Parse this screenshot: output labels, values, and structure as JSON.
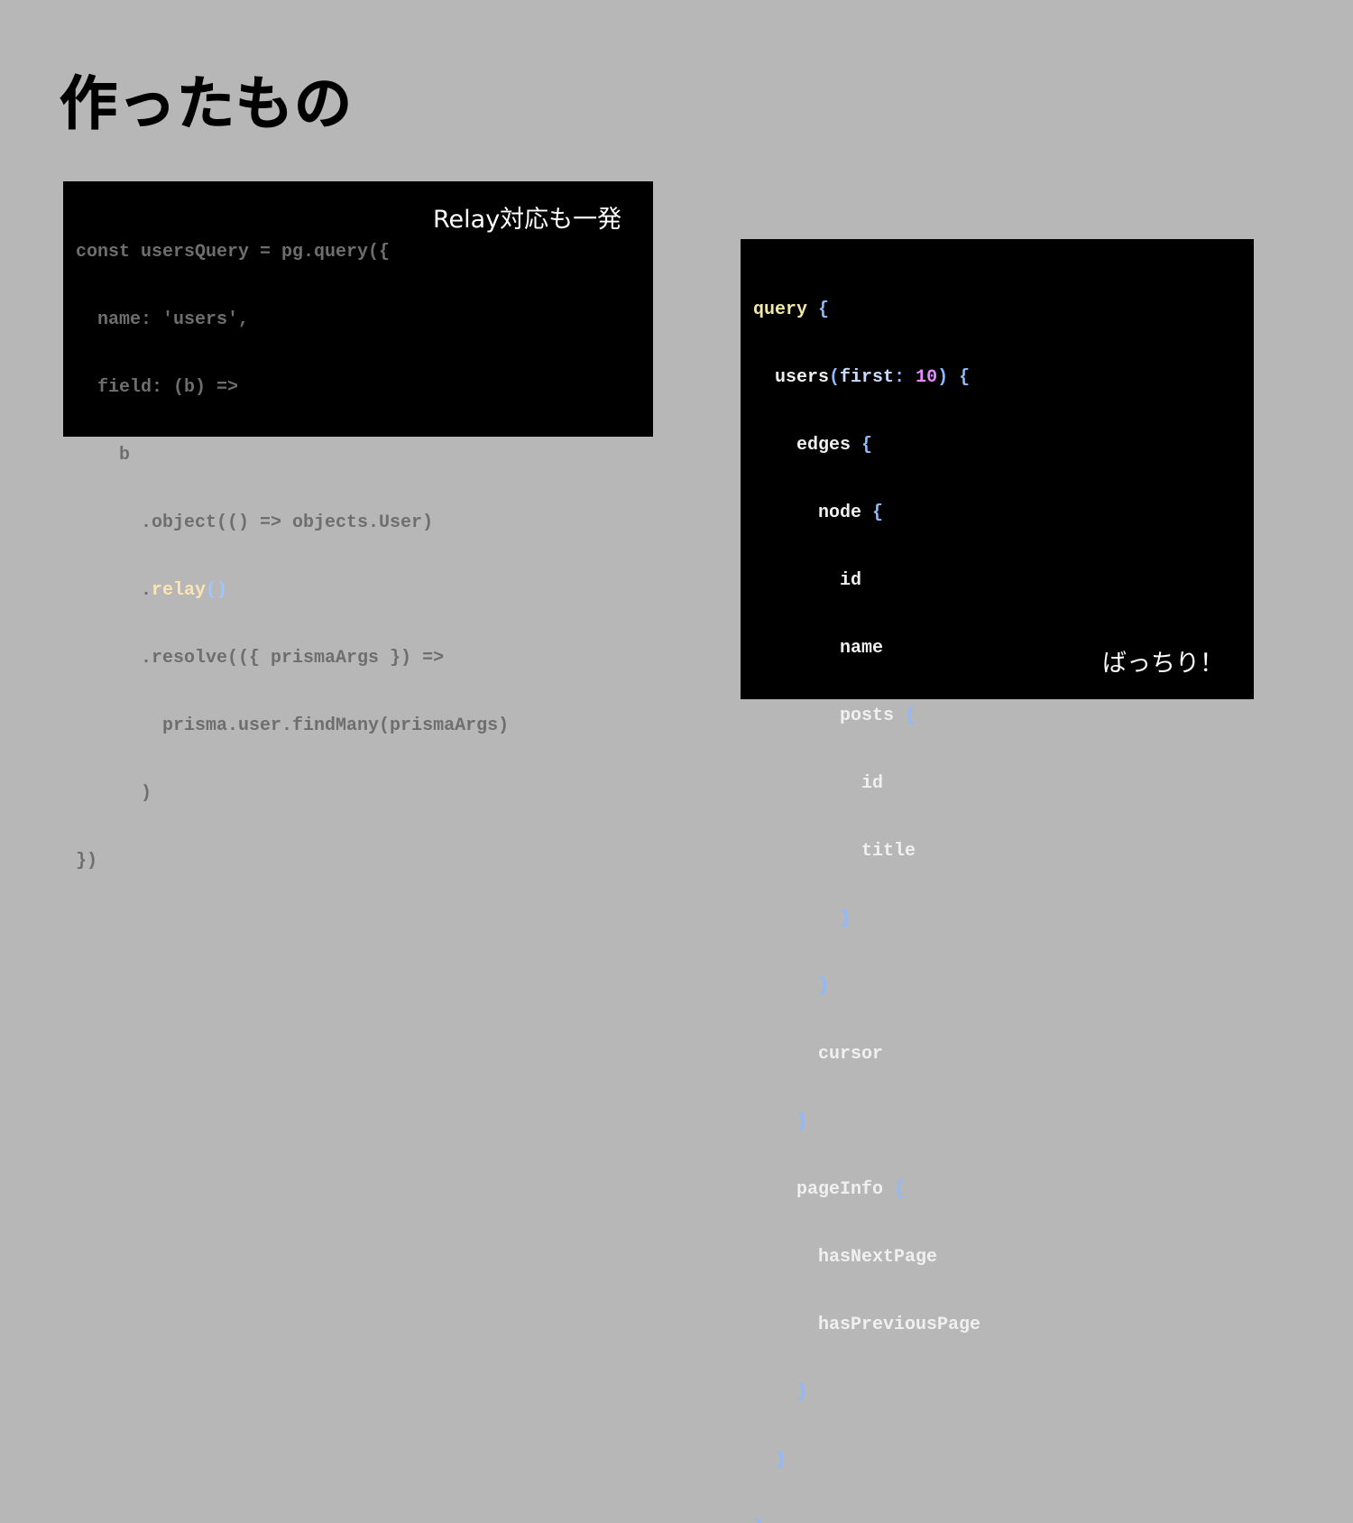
{
  "slide": {
    "title": "作ったもの"
  },
  "left_panel": {
    "caption": "Relay対応も一発",
    "lines": {
      "l1": "const usersQuery = pg.query({",
      "l2": "  name: 'users',",
      "l3": "  field: (b) =>",
      "l4": "    b",
      "l5": "      .object(() => objects.User)",
      "l6_indent": "      ",
      "l6_dot": ".",
      "l6_method": "relay",
      "l6_parens": "()",
      "l7": "      .resolve(({ prismaArgs }) =>",
      "l8": "        prisma.user.findMany(prismaArgs)",
      "l9": "      )",
      "l10": "})"
    }
  },
  "right_panel": {
    "caption": "ばっちり！",
    "lines": {
      "l1_kw": "query",
      "l1_brace": " {",
      "l2_indent": "  ",
      "l2_field": "users",
      "l2_open": "(",
      "l2_arg": "first",
      "l2_colon": ": ",
      "l2_num": "10",
      "l2_close": ")",
      "l2_brace": " {",
      "l3_field": "    edges",
      "l3_brace": " {",
      "l4_field": "      node",
      "l4_brace": " {",
      "l5_field": "        id",
      "l6_field": "        name",
      "l7_field": "        posts",
      "l7_brace": " {",
      "l8_field": "          id",
      "l9_field": "          title",
      "l10_brace": "        }",
      "l11_brace": "      }",
      "l12_field": "      cursor",
      "l13_brace": "    }",
      "l14_field": "    pageInfo",
      "l14_brace": " {",
      "l15_field": "      hasNextPage",
      "l16_field": "      hasPreviousPage",
      "l17_brace": "    }",
      "l18_brace": "  }",
      "l19_brace": "}"
    }
  },
  "colors": {
    "background": "#b7b7b7",
    "panel": "#000000",
    "keyword": "#f2e7a6",
    "brace": "#8fb9ff",
    "number": "#e58aff",
    "dim_code": "#6e6e6e",
    "highlight_method": "#ffe4b3"
  }
}
